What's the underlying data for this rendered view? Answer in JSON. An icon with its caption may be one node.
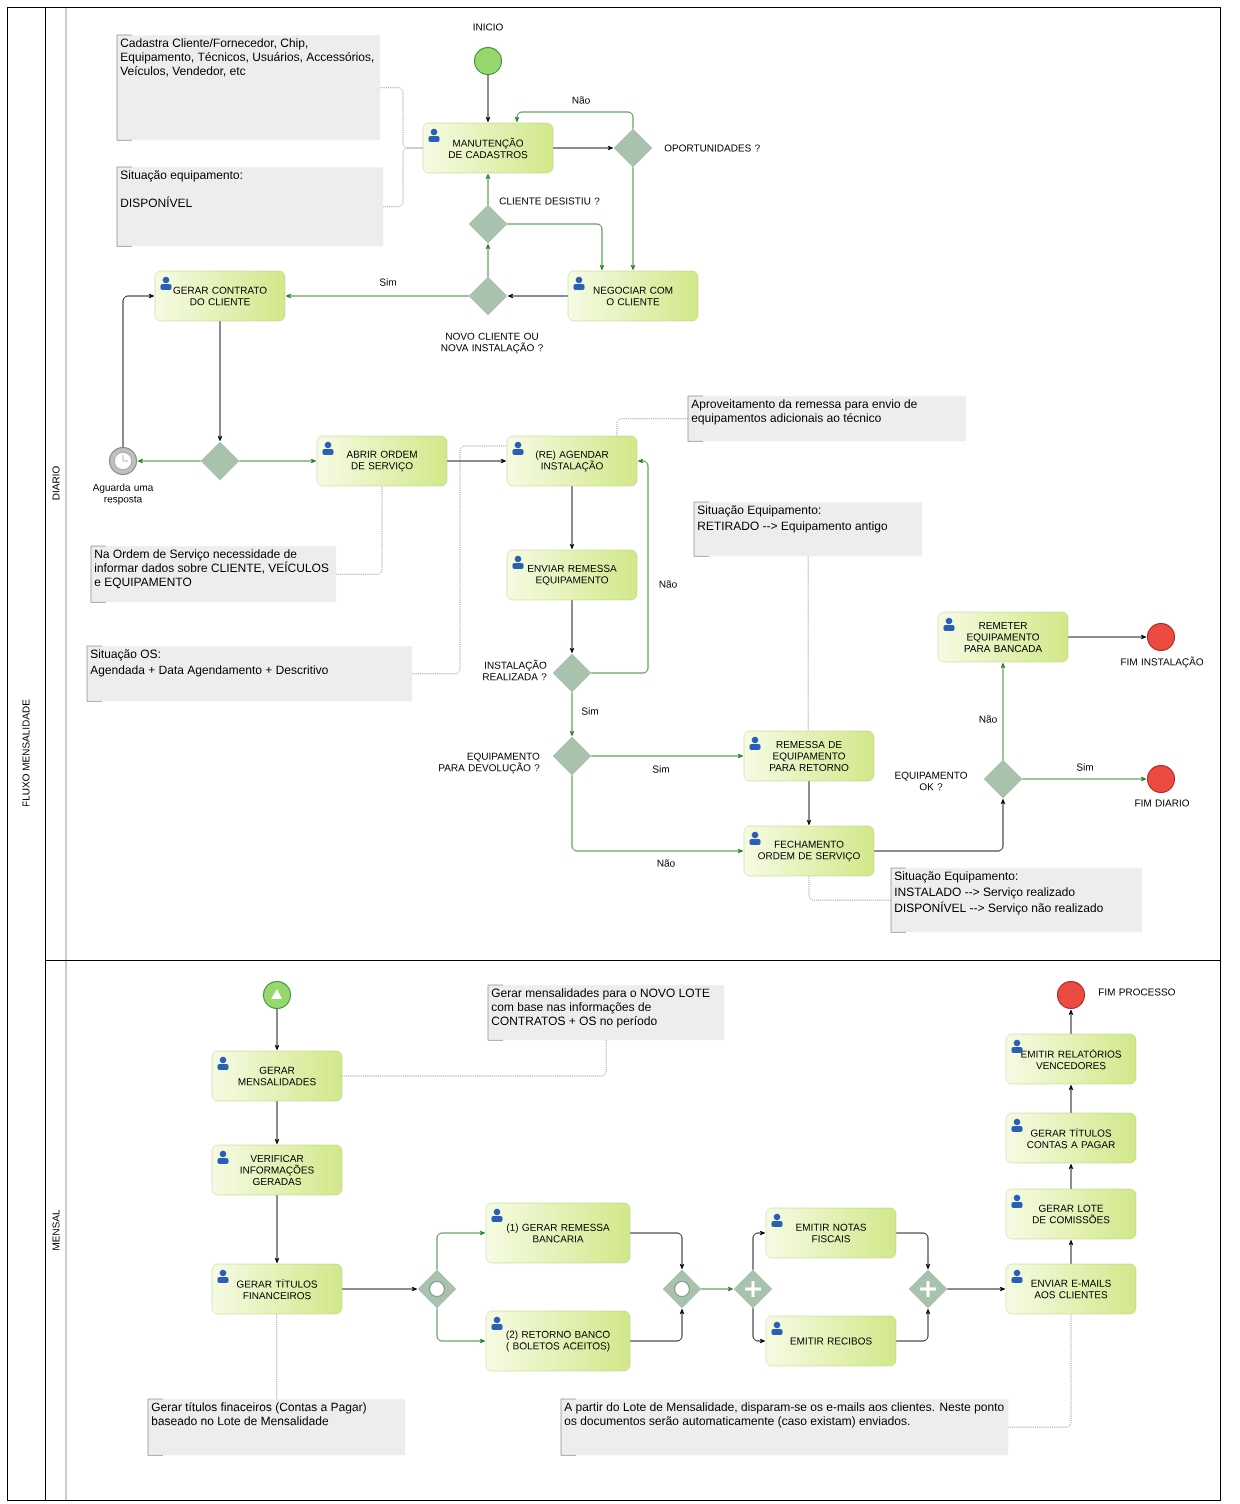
{
  "diagram": {
    "nodes": [
      {
        "text": [
          "FLUXO MENSALIDADE"
        ]
      },
      {
        "text": [
          "DIARIO"
        ],
        "in": 0
      },
      {
        "text": [
          "MENSAL"
        ],
        "in": 0
      },
      {
        "text": [],
        "shape": "circle",
        "beside": [
          "INICIO"
        ],
        "in": 1
      },
      {
        "text": [
          "MANUTENÇÃO DE CADASTROS"
        ],
        "in": 1
      },
      {
        "text": [],
        "shape": "diamond",
        "beside": [
          "OPORTUNIDADES ?"
        ],
        "in": 1
      },
      {
        "text": [],
        "shape": "diamond",
        "beside": [
          "CLIENTE DESISTIU ?"
        ],
        "in": 1
      },
      {
        "text": [
          "NEGOCIAR COM O CLIENTE"
        ],
        "in": 1
      },
      {
        "text": [],
        "shape": "diamond",
        "beside": [
          "NOVO CLIENTE OU NOVA INSTALAÇÃO ?"
        ],
        "in": 1
      },
      {
        "text": [
          "GERAR CONTRATO DO CLIENTE"
        ],
        "in": 1
      },
      {
        "text": [],
        "shape": "diamond",
        "in": 1
      },
      {
        "text": [],
        "shape": "circle",
        "beside": [
          "Aguarda uma resposta"
        ],
        "in": 1
      },
      {
        "text": [
          "ABRIR ORDEM DE SERVIÇO"
        ],
        "in": 1
      },
      {
        "text": [
          "(RE) AGENDAR INSTALAÇÃO"
        ],
        "in": 1
      },
      {
        "text": [
          "ENVIAR REMESSA EQUIPAMENTO"
        ],
        "in": 1
      },
      {
        "text": [],
        "shape": "diamond",
        "beside": [
          "INSTALAÇÃO REALIZADA ?"
        ],
        "in": 1
      },
      {
        "text": [],
        "shape": "diamond",
        "beside": [
          "EQUIPAMENTO PARA DEVOLUÇÃO ?"
        ],
        "in": 1
      },
      {
        "text": [
          "REMESSA DE EQUIPAMENTO PARA RETORNO"
        ],
        "in": 1
      },
      {
        "text": [
          "FECHAMENTO ORDEM DE SERVIÇO"
        ],
        "in": 1
      },
      {
        "text": [],
        "shape": "diamond",
        "beside": [
          "EQUIPAMENTO OK ?"
        ],
        "in": 1
      },
      {
        "text": [
          "REMETER EQUIPAMENTO PARA BANCADA"
        ],
        "in": 1
      },
      {
        "text": [],
        "shape": "circle",
        "beside": [
          "FIM INSTALAÇÃO"
        ],
        "in": 1
      },
      {
        "text": [],
        "shape": "circle",
        "beside": [
          "FIM DIARIO"
        ],
        "in": 1
      },
      {
        "text": [
          "Cadastra Cliente/Fornecedor, Chip, Equipamento, Técnicos, Usuários, Accessórios, Veículos, Vendedor, etc"
        ],
        "in": 1
      },
      {
        "text": [
          "Situação equipamento:",
          "DISPONÍVEL"
        ],
        "in": 1
      },
      {
        "text": [
          "Aproveitamento da remessa para envio de equipamentos adicionais ao técnico"
        ],
        "in": 1
      },
      {
        "text": [
          "Situação Equipamento:",
          "RETIRADO --> Equipamento antigo"
        ],
        "in": 1
      },
      {
        "text": [
          "Na Ordem de Serviço necessidade de informar dados sobre CLIENTE, VEÍCULOS e EQUIPAMENTO"
        ],
        "in": 1
      },
      {
        "text": [
          "Situação OS:",
          "Agendada + Data Agendamento + Descritivo"
        ],
        "in": 1
      },
      {
        "text": [
          "Situação Equipamento:",
          "INSTALADO --> Serviço realizado",
          "DISPONÍVEL --> Serviço não realizado"
        ],
        "in": 1
      },
      {
        "text": [],
        "shape": "circle",
        "in": 2
      },
      {
        "text": [
          "GERAR MENSALIDADES"
        ],
        "in": 2
      },
      {
        "text": [
          "VERIFICAR INFORMAÇÕES GERADAS"
        ],
        "in": 2
      },
      {
        "text": [
          "GERAR TÍTULOS FINANCEIROS"
        ],
        "in": 2
      },
      {
        "text": [],
        "shape": "diamond",
        "in": 2
      },
      {
        "text": [
          "(1) GERAR REMESSA BANCARIA"
        ],
        "in": 2
      },
      {
        "text": [
          "(2) RETORNO BANCO ( BOLETOS ACEITOS)"
        ],
        "in": 2
      },
      {
        "text": [],
        "shape": "diamond",
        "in": 2
      },
      {
        "text": [],
        "shape": "diamond",
        "in": 2
      },
      {
        "text": [
          "EMITIR NOTAS FISCAIS"
        ],
        "in": 2
      },
      {
        "text": [
          "EMITIR RECIBOS"
        ],
        "in": 2
      },
      {
        "text": [],
        "shape": "diamond",
        "in": 2
      },
      {
        "text": [
          "ENVIAR E-MAILS AOS CLIENTES"
        ],
        "in": 2
      },
      {
        "text": [
          "GERAR LOTE DE COMISSÕES"
        ],
        "in": 2
      },
      {
        "text": [
          "GERAR TÍTULOS CONTAS A PAGAR"
        ],
        "in": 2
      },
      {
        "text": [
          "EMITIR RELATÓRIOS VENCEDORES"
        ],
        "in": 2
      },
      {
        "text": [],
        "shape": "circle",
        "beside": [
          "FIM PROCESSO"
        ],
        "in": 2
      },
      {
        "text": [
          "Gerar mensalidades para o NOVO LOTE com base nas informações de CONTRATOS + OS no período"
        ],
        "in": 2
      },
      {
        "text": [
          "Gerar títulos finaceiros (Contas a Pagar) baseado no Lote de Mensalidade"
        ],
        "in": 2
      },
      {
        "text": [
          "A partir do Lote de Mensalidade, disparam-se os e-mails aos clientes. Neste ponto os documentos serão automaticamente (caso existam) enviados."
        ],
        "in": 2
      }
    ],
    "edges": [
      {
        "from": 3,
        "to": 4,
        "arrow": "to"
      },
      {
        "from": 4,
        "to": 5,
        "arrow": "to"
      },
      {
        "from": 5,
        "to": 4,
        "arrow": "to",
        "label": "Não",
        "color": "#1e7d1e"
      },
      {
        "from": 5,
        "to": 7,
        "arrow": "to",
        "color": "#1e7d1e"
      },
      {
        "from": 6,
        "to": 4,
        "arrow": "to",
        "color": "#1e7d1e"
      },
      {
        "from": 6,
        "to": 7,
        "arrow": "to",
        "color": "#1e7d1e"
      },
      {
        "from": 7,
        "to": 8,
        "arrow": "to"
      },
      {
        "from": 8,
        "to": 6,
        "arrow": "to",
        "color": "#1e7d1e"
      },
      {
        "from": 8,
        "to": 9,
        "arrow": "to",
        "label": "Sim",
        "color": "#1e7d1e"
      },
      {
        "from": 9,
        "to": 10,
        "arrow": "to"
      },
      {
        "from": 10,
        "to": 11,
        "arrow": "to",
        "color": "#1e7d1e"
      },
      {
        "from": 10,
        "to": 12,
        "arrow": "to",
        "color": "#1e7d1e"
      },
      {
        "from": 11,
        "to": 9,
        "arrow": "to"
      },
      {
        "from": 12,
        "to": 13,
        "arrow": "to"
      },
      {
        "from": 13,
        "to": 14,
        "arrow": "to"
      },
      {
        "from": 14,
        "to": 15,
        "arrow": "to"
      },
      {
        "from": 15,
        "to": 13,
        "arrow": "to",
        "label": "Não",
        "color": "#1e7d1e"
      },
      {
        "from": 15,
        "to": 16,
        "arrow": "to",
        "label": "Sim",
        "color": "#1e7d1e"
      },
      {
        "from": 16,
        "to": 17,
        "arrow": "to",
        "label": "Sim",
        "color": "#1e7d1e"
      },
      {
        "from": 16,
        "to": 18,
        "arrow": "to",
        "label": "Não",
        "color": "#1e7d1e"
      },
      {
        "from": 17,
        "to": 18,
        "arrow": "to"
      },
      {
        "from": 18,
        "to": 19,
        "arrow": "to"
      },
      {
        "from": 19,
        "to": 20,
        "arrow": "to",
        "label": "Não",
        "color": "#1e7d1e"
      },
      {
        "from": 19,
        "to": 22,
        "arrow": "to",
        "label": "Sim",
        "color": "#1e7d1e"
      },
      {
        "from": 20,
        "to": 21,
        "arrow": "to"
      },
      {
        "from": 23,
        "to": 4,
        "arrow": "none",
        "style": "dashed"
      },
      {
        "from": 24,
        "to": 4,
        "arrow": "none",
        "style": "dashed"
      },
      {
        "from": 25,
        "to": 13,
        "arrow": "none",
        "style": "dashed"
      },
      {
        "from": 26,
        "to": 17,
        "arrow": "none",
        "style": "dashed"
      },
      {
        "from": 27,
        "to": 12,
        "arrow": "none",
        "style": "dashed"
      },
      {
        "from": 28,
        "to": 13,
        "arrow": "none",
        "style": "dashed"
      },
      {
        "from": 29,
        "to": 18,
        "arrow": "none",
        "style": "dashed"
      },
      {
        "from": 30,
        "to": 31,
        "arrow": "to"
      },
      {
        "from": 31,
        "to": 32,
        "arrow": "to"
      },
      {
        "from": 32,
        "to": 33,
        "arrow": "to"
      },
      {
        "from": 33,
        "to": 34,
        "arrow": "to"
      },
      {
        "from": 34,
        "to": 35,
        "arrow": "to",
        "color": "#1e7d1e"
      },
      {
        "from": 34,
        "to": 36,
        "arrow": "to",
        "color": "#1e7d1e"
      },
      {
        "from": 35,
        "to": 37,
        "arrow": "to"
      },
      {
        "from": 36,
        "to": 37,
        "arrow": "to"
      },
      {
        "from": 37,
        "to": 38,
        "arrow": "to",
        "color": "#1e7d1e"
      },
      {
        "from": 38,
        "to": 39,
        "arrow": "to"
      },
      {
        "from": 38,
        "to": 40,
        "arrow": "to"
      },
      {
        "from": 39,
        "to": 41,
        "arrow": "to"
      },
      {
        "from": 40,
        "to": 41,
        "arrow": "to"
      },
      {
        "from": 41,
        "to": 42,
        "arrow": "to"
      },
      {
        "from": 42,
        "to": 43,
        "arrow": "to"
      },
      {
        "from": 43,
        "to": 44,
        "arrow": "to"
      },
      {
        "from": 44,
        "to": 45,
        "arrow": "to"
      },
      {
        "from": 45,
        "to": 46,
        "arrow": "to"
      },
      {
        "from": 47,
        "to": 31,
        "arrow": "none",
        "style": "dashed"
      },
      {
        "from": 48,
        "to": 33,
        "arrow": "none",
        "style": "dashed"
      },
      {
        "from": 49,
        "to": 42,
        "arrow": "none",
        "style": "dashed"
      }
    ]
  }
}
